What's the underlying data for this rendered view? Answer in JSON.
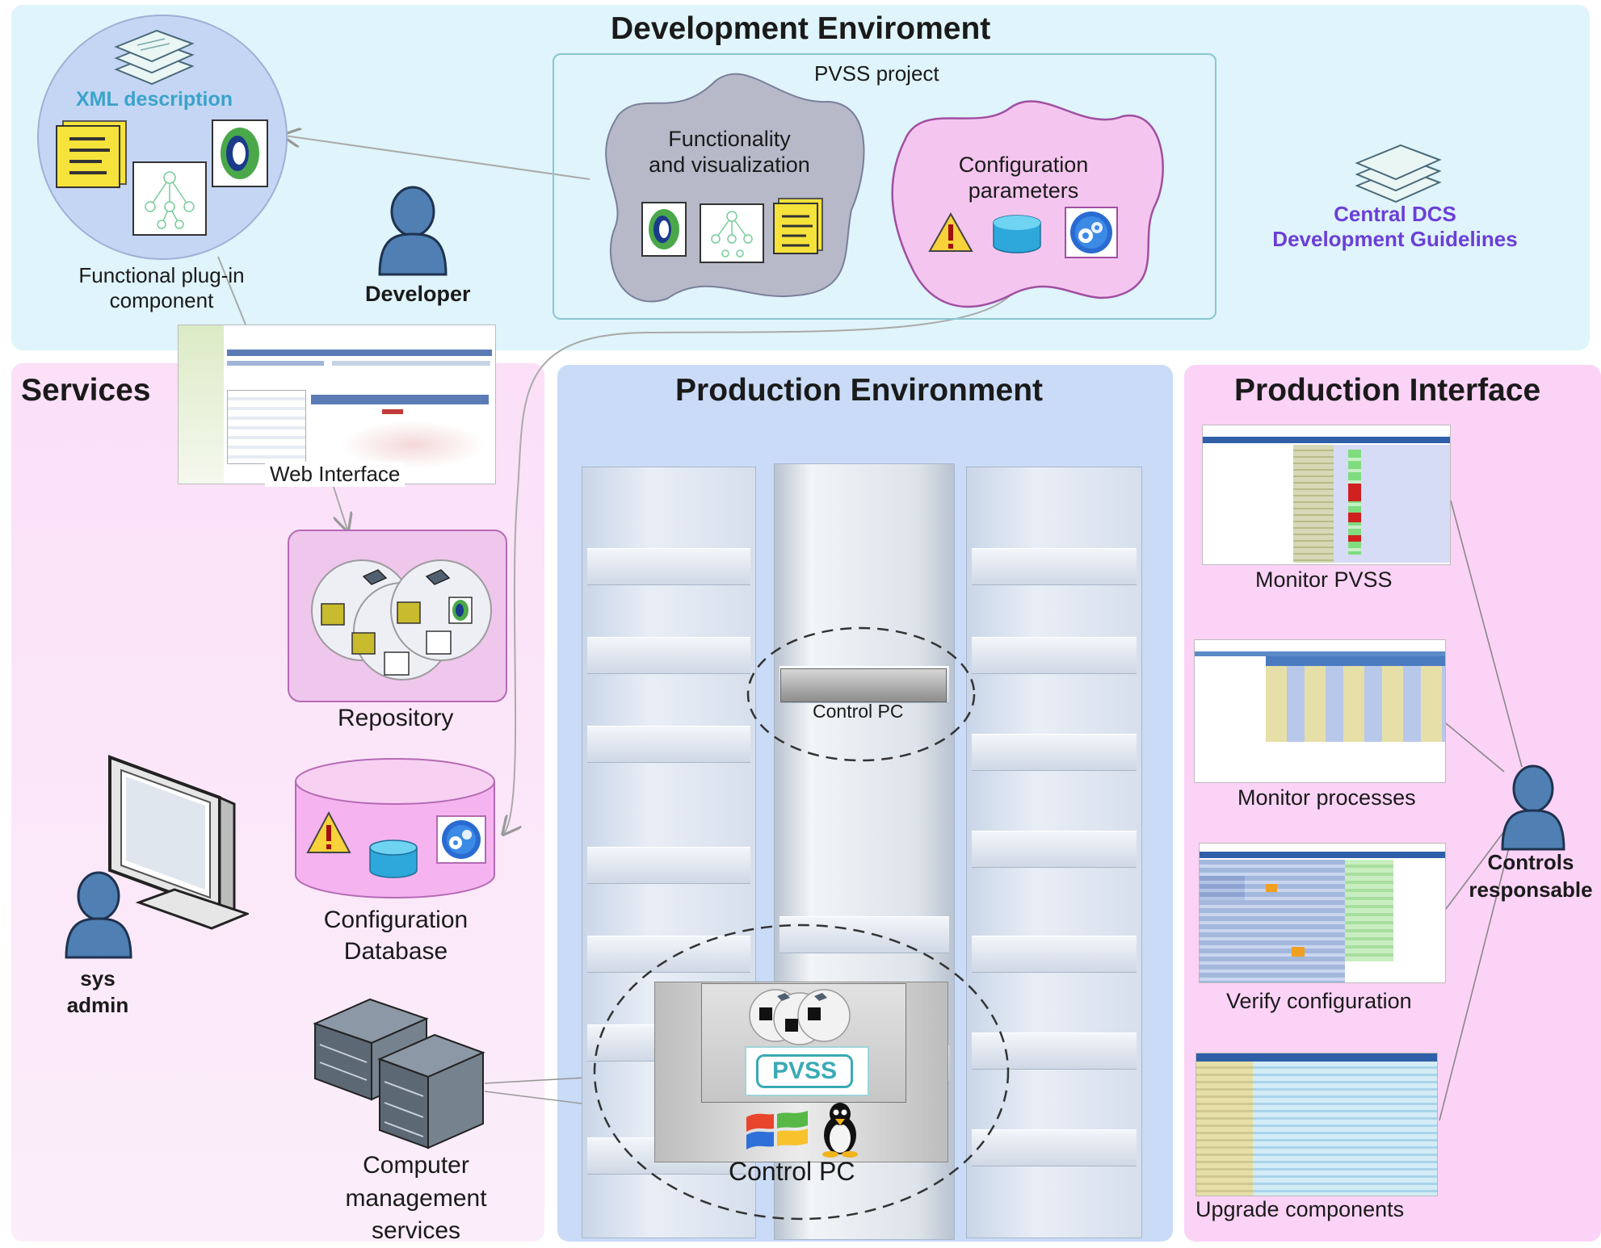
{
  "development": {
    "title": "Development Enviroment",
    "pvss_project": "PVSS project",
    "functionality_line1": "Functionality",
    "functionality_line2": "and visualization",
    "config_line1": "Configuration",
    "config_line2": "parameters",
    "xml_description": "XML description",
    "plugin_line1": "Functional plug-in",
    "plugin_line2": "component",
    "developer": "Developer",
    "guidelines_line1": "Central DCS",
    "guidelines_line2": "Development Guidelines"
  },
  "services": {
    "title": "Services",
    "web_interface": "Web Interface",
    "repository": "Repository",
    "config_db_line1": "Configuration",
    "config_db_line2": "Database",
    "sys_admin_line1": "sys",
    "sys_admin_line2": "admin",
    "cms_line1": "Computer",
    "cms_line2": "management",
    "cms_line3": "services"
  },
  "production": {
    "title": "Production Environment",
    "control_pc_small": "Control PC",
    "control_pc_large": "Control PC",
    "pvss_logo": "PVSS"
  },
  "interface": {
    "title": "Production Interface",
    "monitor_pvss": "Monitor PVSS",
    "monitor_processes": "Monitor processes",
    "verify_configuration": "Verify configuration",
    "upgrade_components": "Upgrade components",
    "controls_line1": "Controls",
    "controls_line2": "responsable"
  },
  "colors": {
    "dev_bg": "#dff4fb",
    "services_bg": "#fbe6fa",
    "prod_bg": "#c7daf7",
    "iface_bg": "#fbd3f6",
    "guidelines_text": "#6b3fd6",
    "xml_text": "#3aa3c9",
    "person": "#4f7fb3"
  }
}
